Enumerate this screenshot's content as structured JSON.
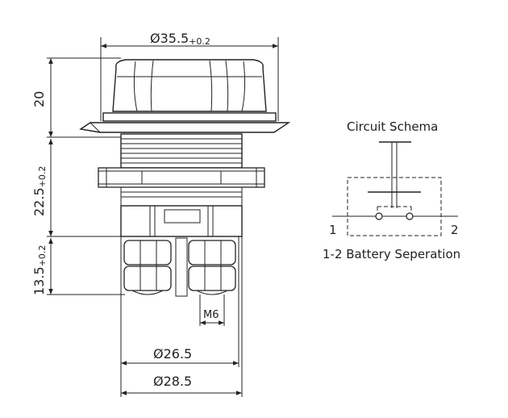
{
  "dimensions": {
    "top_diameter": {
      "main": "Ø35.5",
      "tol": "+0.2"
    },
    "cap_height": {
      "main": "20"
    },
    "thread_length": {
      "main": "22.5",
      "tol": "+0.2"
    },
    "terminal_height": {
      "main": "13.5",
      "tol": "+0.2"
    },
    "bolt": {
      "main": "M6"
    },
    "inner_diameter": {
      "main": "Ø26.5"
    },
    "outer_diameter": {
      "main": "Ø28.5"
    }
  },
  "schema": {
    "title": "Circuit Schema",
    "terminal_1": "1",
    "terminal_2": "2",
    "caption": "1-2 Battery Seperation"
  }
}
